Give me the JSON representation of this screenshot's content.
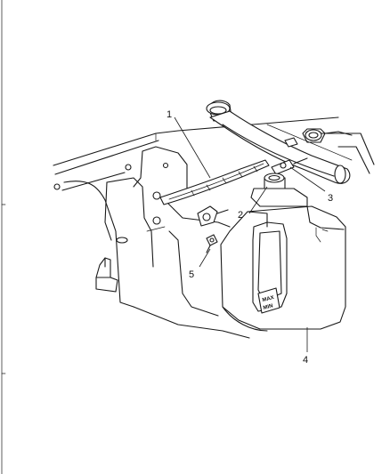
{
  "diagram": {
    "callouts": [
      {
        "id": "1",
        "label": "1"
      },
      {
        "id": "2",
        "label": "2"
      },
      {
        "id": "3",
        "label": "3"
      },
      {
        "id": "4",
        "label": "4"
      },
      {
        "id": "5",
        "label": "5"
      }
    ],
    "reservoir_marks": {
      "max": "MAX",
      "min": "MIN"
    }
  }
}
